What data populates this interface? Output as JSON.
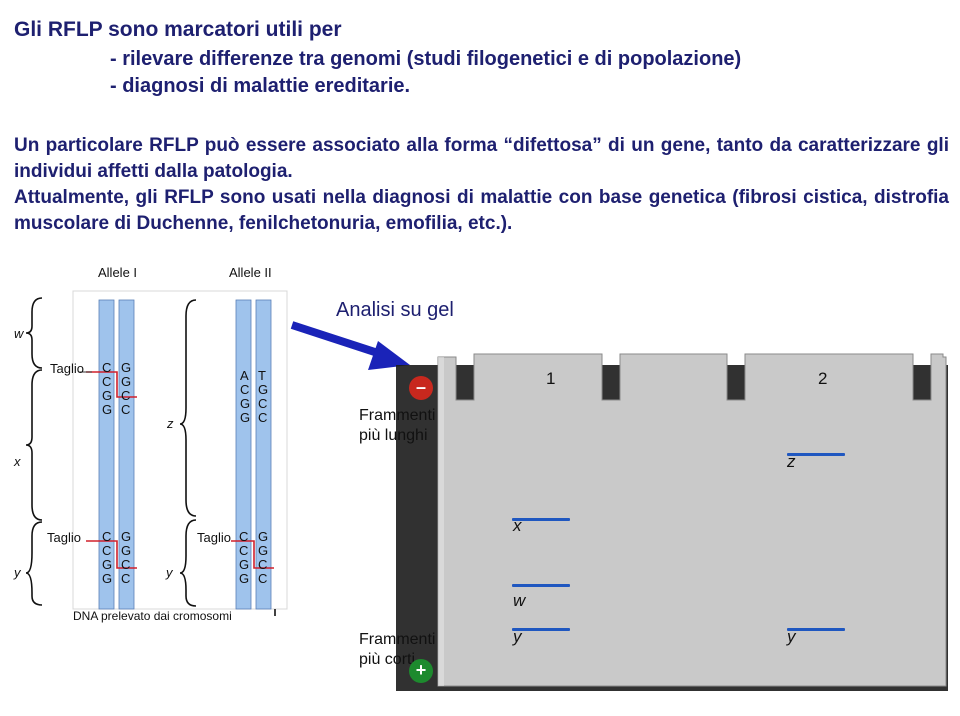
{
  "title": "Gli RFLP sono marcatori utili per",
  "bullets": [
    "- rilevare differenze tra genomi (studi filogenetici e di popolazione)",
    "- diagnosi di malattie ereditarie."
  ],
  "paragraphs": [
    "Un particolare RFLP può essere associato alla forma “difettosa” di un gene, tanto da caratterizzare gli individui affetti dalla patologia.",
    "Attualmente, gli RFLP sono usati nella diagnosi di malattie con base genetica (fibrosi cistica, distrofia muscolare di Duchenne, fenilchetonuria, emofilia, etc.)."
  ],
  "diagram": {
    "allele1_label": "Allele I",
    "allele2_label": "Allele II",
    "cut_label": "Taglio",
    "caption": "DNA prelevato dai cromosomi",
    "region_labels": {
      "w": "w",
      "x": "x",
      "y": "y",
      "z": "z"
    },
    "site1": {
      "left": [
        "C",
        "C",
        "G",
        "G"
      ],
      "right": [
        "G",
        "G",
        "C",
        "C"
      ]
    },
    "site2": {
      "left": [
        "A",
        "C",
        "G",
        "G"
      ],
      "right": [
        "T",
        "G",
        "C",
        "C"
      ]
    }
  },
  "gel": {
    "title": "Analisi su gel",
    "long_fragments": "Frammenti\npiù lunghi",
    "short_fragments": "Frammenti\npiù corti",
    "minus_sign": "–",
    "plus_sign": "+",
    "lane1": "1",
    "lane2": "2",
    "bands": [
      {
        "label": "z",
        "lane": 2
      },
      {
        "label": "x",
        "lane": 1
      },
      {
        "label": "w",
        "lane": 1
      },
      {
        "label": "y",
        "lane": 1
      },
      {
        "label": "y",
        "lane": 2
      }
    ]
  },
  "colors": {
    "text_navy": "#1e2070",
    "band_blue": "#1f57c0",
    "cut_red": "#d0202c",
    "minus_red": "#c8281e",
    "plus_green": "#1d8a2e",
    "gel_grey": "#c9c9c9",
    "strand_blue": "#9fc3ec",
    "arrow_blue": "#1a23b8"
  }
}
